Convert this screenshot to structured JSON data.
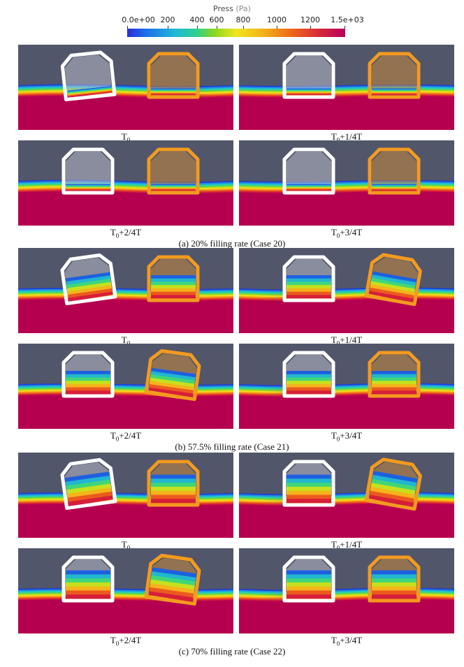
{
  "colorbar": {
    "title": "Press",
    "unit": "(Pa)",
    "ticks": [
      "0.0e+00",
      "200",
      "400",
      "600",
      "800",
      "1000",
      "1200",
      "1.5e+03"
    ]
  },
  "groups": [
    {
      "caption": "(a) 20% filling rate (Case 20)",
      "panels": [
        {
          "base": "T",
          "sub": "0",
          "suffix": ""
        },
        {
          "base": "T",
          "sub": "0",
          "suffix": "+1/4T"
        },
        {
          "base": "T",
          "sub": "0",
          "suffix": "+2/4T"
        },
        {
          "base": "T",
          "sub": "0",
          "suffix": "+3/4T"
        }
      ]
    },
    {
      "caption": "(b) 57.5% filling rate (Case 21)",
      "panels": [
        {
          "base": "T",
          "sub": "0",
          "suffix": ""
        },
        {
          "base": "T",
          "sub": "0",
          "suffix": "+1/4T"
        },
        {
          "base": "T",
          "sub": "0",
          "suffix": "+2/4T"
        },
        {
          "base": "T",
          "sub": "0",
          "suffix": "+3/4T"
        }
      ]
    },
    {
      "caption": "(c) 70% filling rate (Case 22)",
      "panels": [
        {
          "base": "T",
          "sub": "0",
          "suffix": ""
        },
        {
          "base": "T",
          "sub": "0",
          "suffix": "+1/4T"
        },
        {
          "base": "T",
          "sub": "0",
          "suffix": "+2/4T"
        },
        {
          "base": "T",
          "sub": "0",
          "suffix": "+3/4T"
        }
      ]
    }
  ],
  "colors": {
    "sky": "#51566a",
    "sea": "#b5004f",
    "tank_left": "#ffffff",
    "tank_right": "#f39a1f"
  }
}
